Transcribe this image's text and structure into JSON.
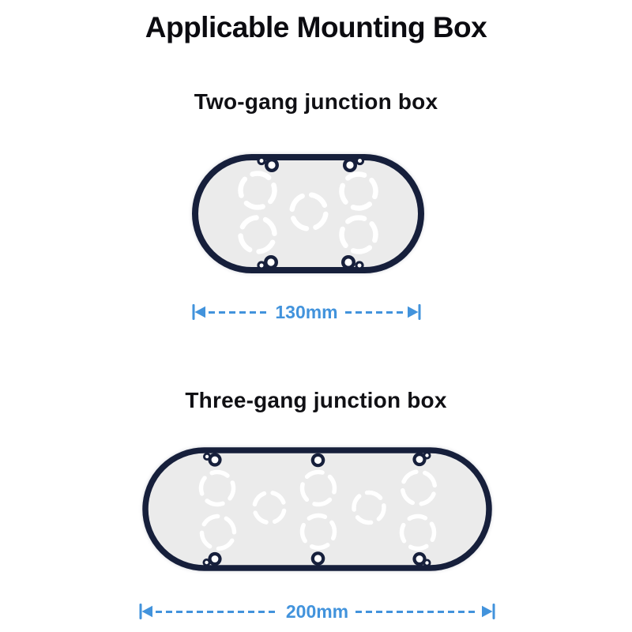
{
  "page": {
    "title": "Applicable Mounting Box"
  },
  "colors": {
    "outline_navy": "#161f3b",
    "box_fill": "#ebebeb",
    "knockout_white": "#ffffff",
    "dimension_blue": "#4293dc",
    "heading_black": "#0b0b10",
    "background": "#ffffff"
  },
  "sections": [
    {
      "id": "two-gang",
      "heading": "Two-gang junction box",
      "dimension": {
        "label": "130mm"
      },
      "features": {
        "knockout_circles": 5,
        "screw_holes": 4
      }
    },
    {
      "id": "three-gang",
      "heading": "Three-gang junction box",
      "dimension": {
        "label": "200mm"
      },
      "features": {
        "knockout_circles": 8,
        "screw_holes": 6
      }
    }
  ]
}
